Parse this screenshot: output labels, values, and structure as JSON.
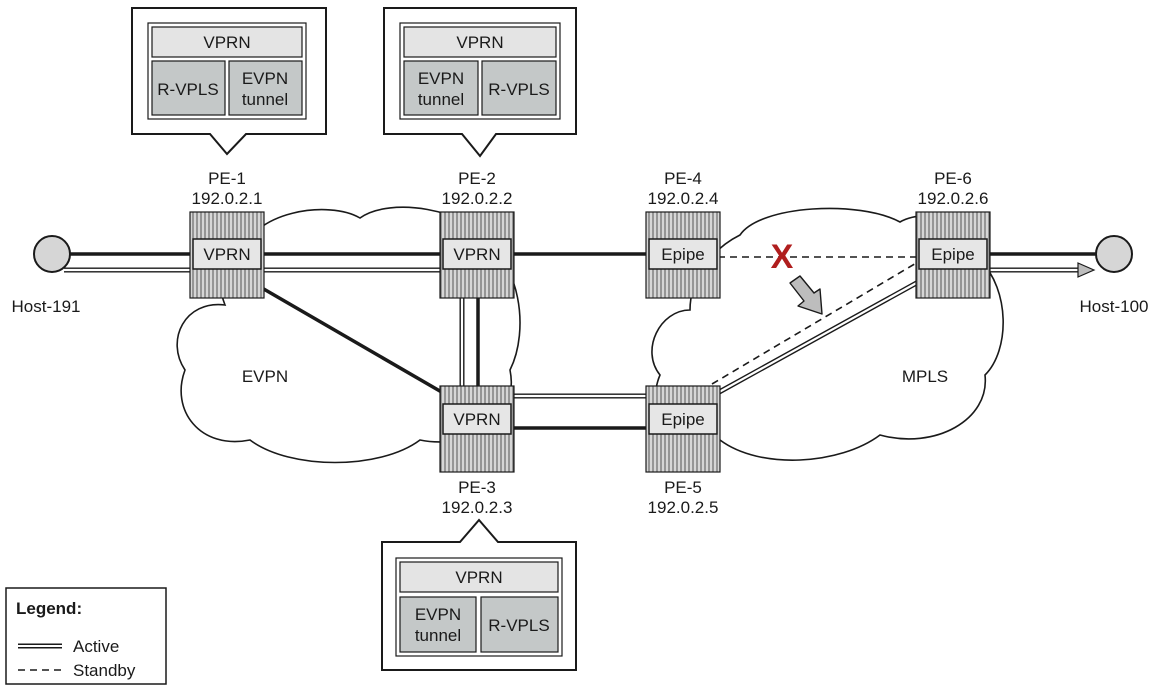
{
  "colors": {
    "cloud_fill": "#ffffff",
    "router_fill": "#d6d6d6",
    "router_label_fill": "#e6e6e6",
    "panel_fill": "#c4c8c8",
    "panel_header_fill": "#e4e4e4",
    "failure_mark": "#b01e1e",
    "arrow_fill": "#bdbdbd"
  },
  "clouds": {
    "evpn": "EVPN",
    "mpls": "MPLS"
  },
  "hosts": {
    "left": "Host-191",
    "right": "Host-100"
  },
  "routers": {
    "pe1": {
      "name": "PE-1",
      "ip": "192.0.2.1",
      "service": "VPRN"
    },
    "pe2": {
      "name": "PE-2",
      "ip": "192.0.2.2",
      "service": "VPRN"
    },
    "pe3": {
      "name": "PE-3",
      "ip": "192.0.2.3",
      "service": "VPRN"
    },
    "pe4": {
      "name": "PE-4",
      "ip": "192.0.2.4",
      "service": "Epipe"
    },
    "pe5": {
      "name": "PE-5",
      "ip": "192.0.2.5",
      "service": "Epipe"
    },
    "pe6": {
      "name": "PE-6",
      "ip": "192.0.2.6",
      "service": "Epipe"
    }
  },
  "callouts": {
    "pe1": {
      "header": "VPRN",
      "left": [
        "R-VPLS"
      ],
      "right": [
        "EVPN",
        "tunnel"
      ]
    },
    "pe2": {
      "header": "VPRN",
      "left": [
        "EVPN",
        "tunnel"
      ],
      "right": [
        "R-VPLS"
      ]
    },
    "pe3": {
      "header": "VPRN",
      "left": [
        "EVPN",
        "tunnel"
      ],
      "right": [
        "R-VPLS"
      ]
    }
  },
  "failure_mark": "X",
  "legend": {
    "title": "Legend:",
    "items": [
      {
        "style": "double-line",
        "label": "Active"
      },
      {
        "style": "dashed",
        "label": "Standby"
      }
    ]
  }
}
